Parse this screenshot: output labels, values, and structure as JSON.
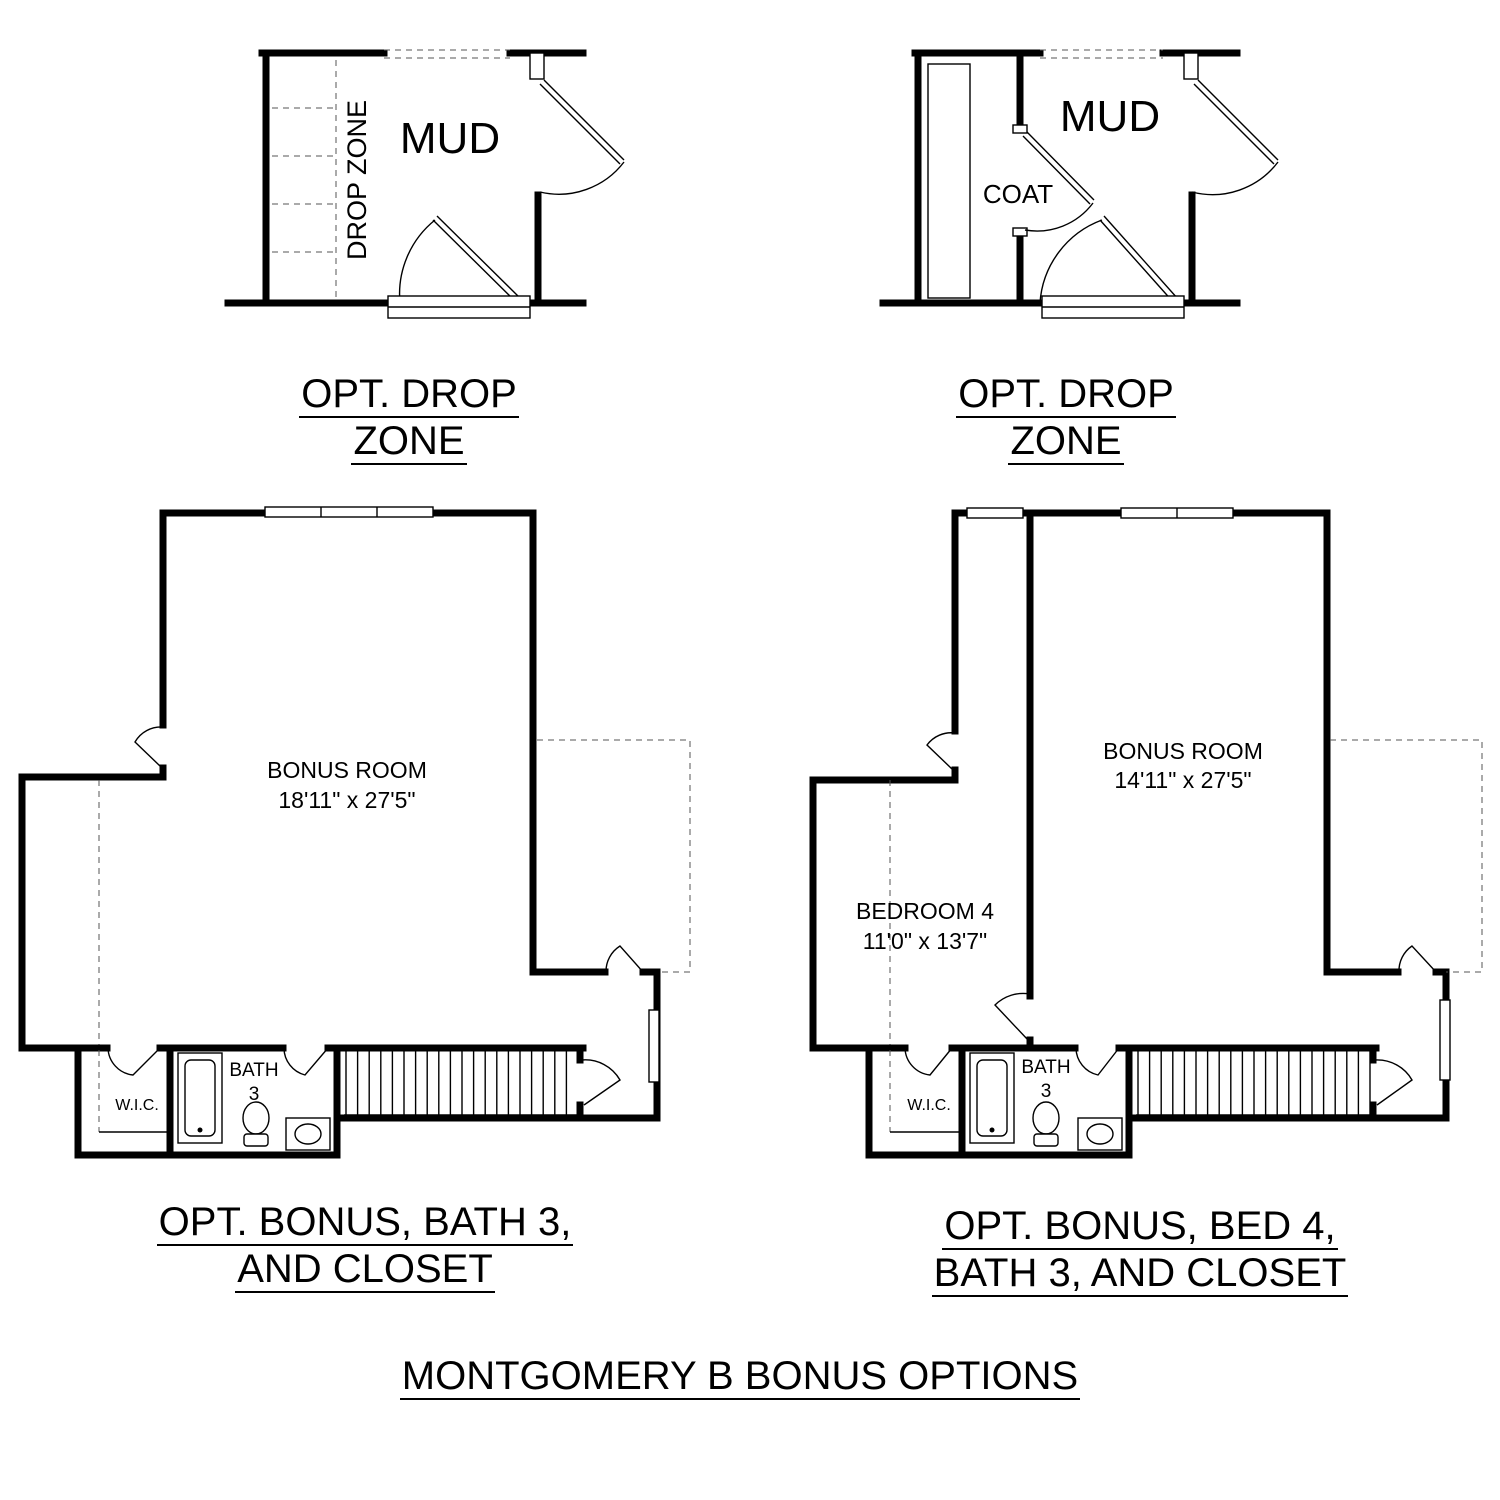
{
  "drop_zone_a": {
    "mud": "MUD",
    "drop_zone": "DROP ZONE",
    "caption_line1": "OPT. DROP",
    "caption_line2": "ZONE"
  },
  "drop_zone_b": {
    "mud": "MUD",
    "coat": "COAT",
    "caption_line1": "OPT. DROP",
    "caption_line2": "ZONE"
  },
  "bonus_a": {
    "room_name": "BONUS ROOM",
    "room_size": "18'11\" x 27'5\"",
    "bath_name": "BATH",
    "bath_num": "3",
    "wic": "W.I.C.",
    "caption_line1": "OPT. BONUS, BATH 3,",
    "caption_line2": "AND CLOSET"
  },
  "bonus_b": {
    "room_name": "BONUS ROOM",
    "room_size": "14'11\" x 27'5\"",
    "bed_name": "BEDROOM 4",
    "bed_size": "11'0\" x 13'7\"",
    "bath_name": "BATH",
    "bath_num": "3",
    "wic": "W.I.C.",
    "caption_line1": "OPT. BONUS, BED 4,",
    "caption_line2": "BATH 3, AND CLOSET"
  },
  "page_title": "MONTGOMERY B BONUS OPTIONS"
}
